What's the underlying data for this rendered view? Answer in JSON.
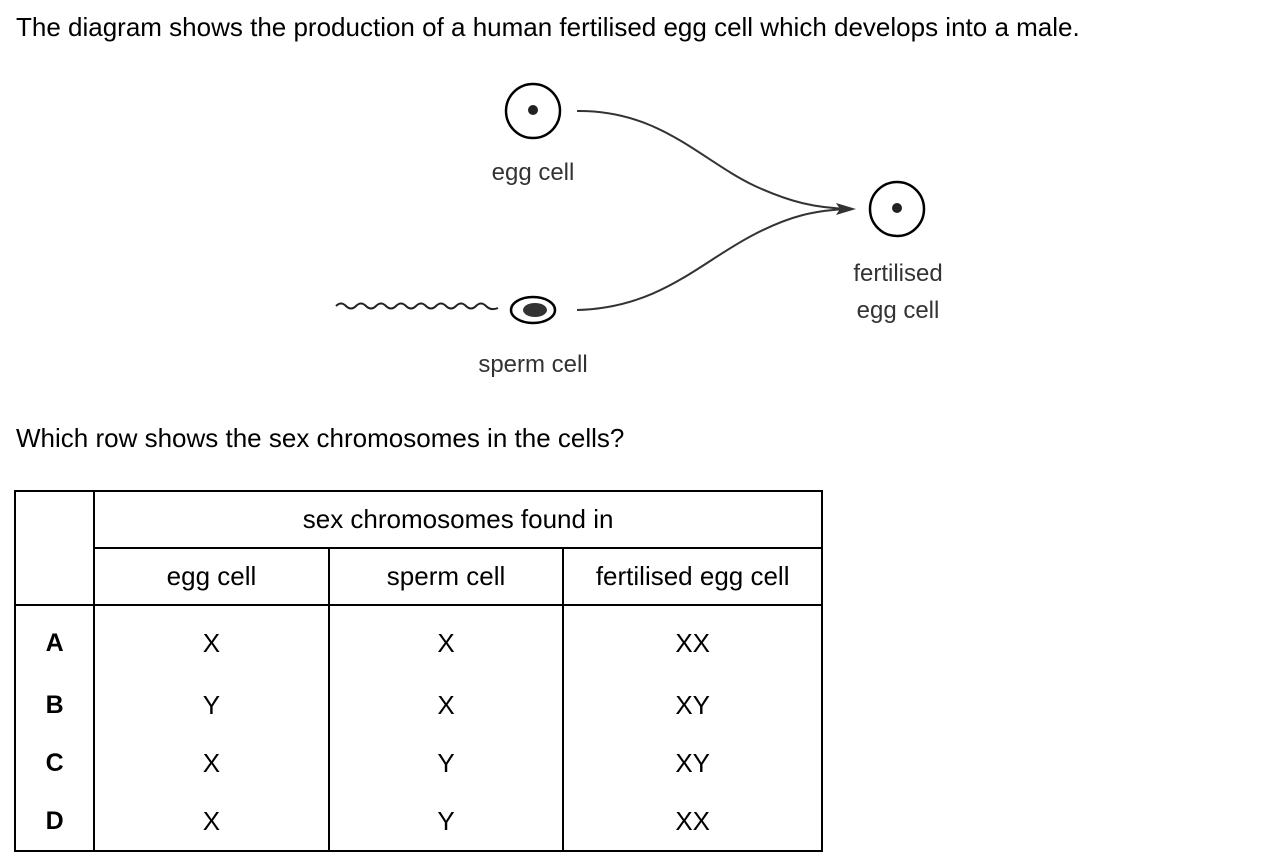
{
  "intro": "The diagram shows the production of a human fertilised egg cell which develops into a male.",
  "diagram": {
    "egg_label": "egg cell",
    "sperm_label": "sperm cell",
    "fertilised_label_line1": "fertilised",
    "fertilised_label_line2": "egg cell"
  },
  "question": "Which row shows the sex chromosomes in the cells?",
  "table": {
    "group_header": "sex chromosomes found in",
    "columns": [
      "egg cell",
      "sperm cell",
      "fertilised egg cell"
    ],
    "rows": [
      {
        "key": "A",
        "egg": "X",
        "sperm": "X",
        "fertilised": "XX"
      },
      {
        "key": "B",
        "egg": "Y",
        "sperm": "X",
        "fertilised": "XY"
      },
      {
        "key": "C",
        "egg": "X",
        "sperm": "Y",
        "fertilised": "XY"
      },
      {
        "key": "D",
        "egg": "X",
        "sperm": "Y",
        "fertilised": "XX"
      }
    ]
  }
}
